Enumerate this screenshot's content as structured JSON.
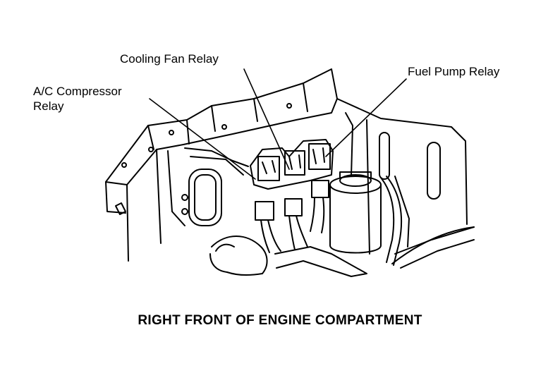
{
  "callouts": {
    "cooling_fan_relay": "Cooling Fan Relay",
    "fuel_pump_relay": "Fuel Pump Relay",
    "ac_compressor_relay_line1": "A/C Compressor",
    "ac_compressor_relay_line2": "Relay"
  },
  "caption": "RIGHT FRONT OF ENGINE COMPARTMENT",
  "colors": {
    "ink": "#000000",
    "paper": "#ffffff"
  }
}
